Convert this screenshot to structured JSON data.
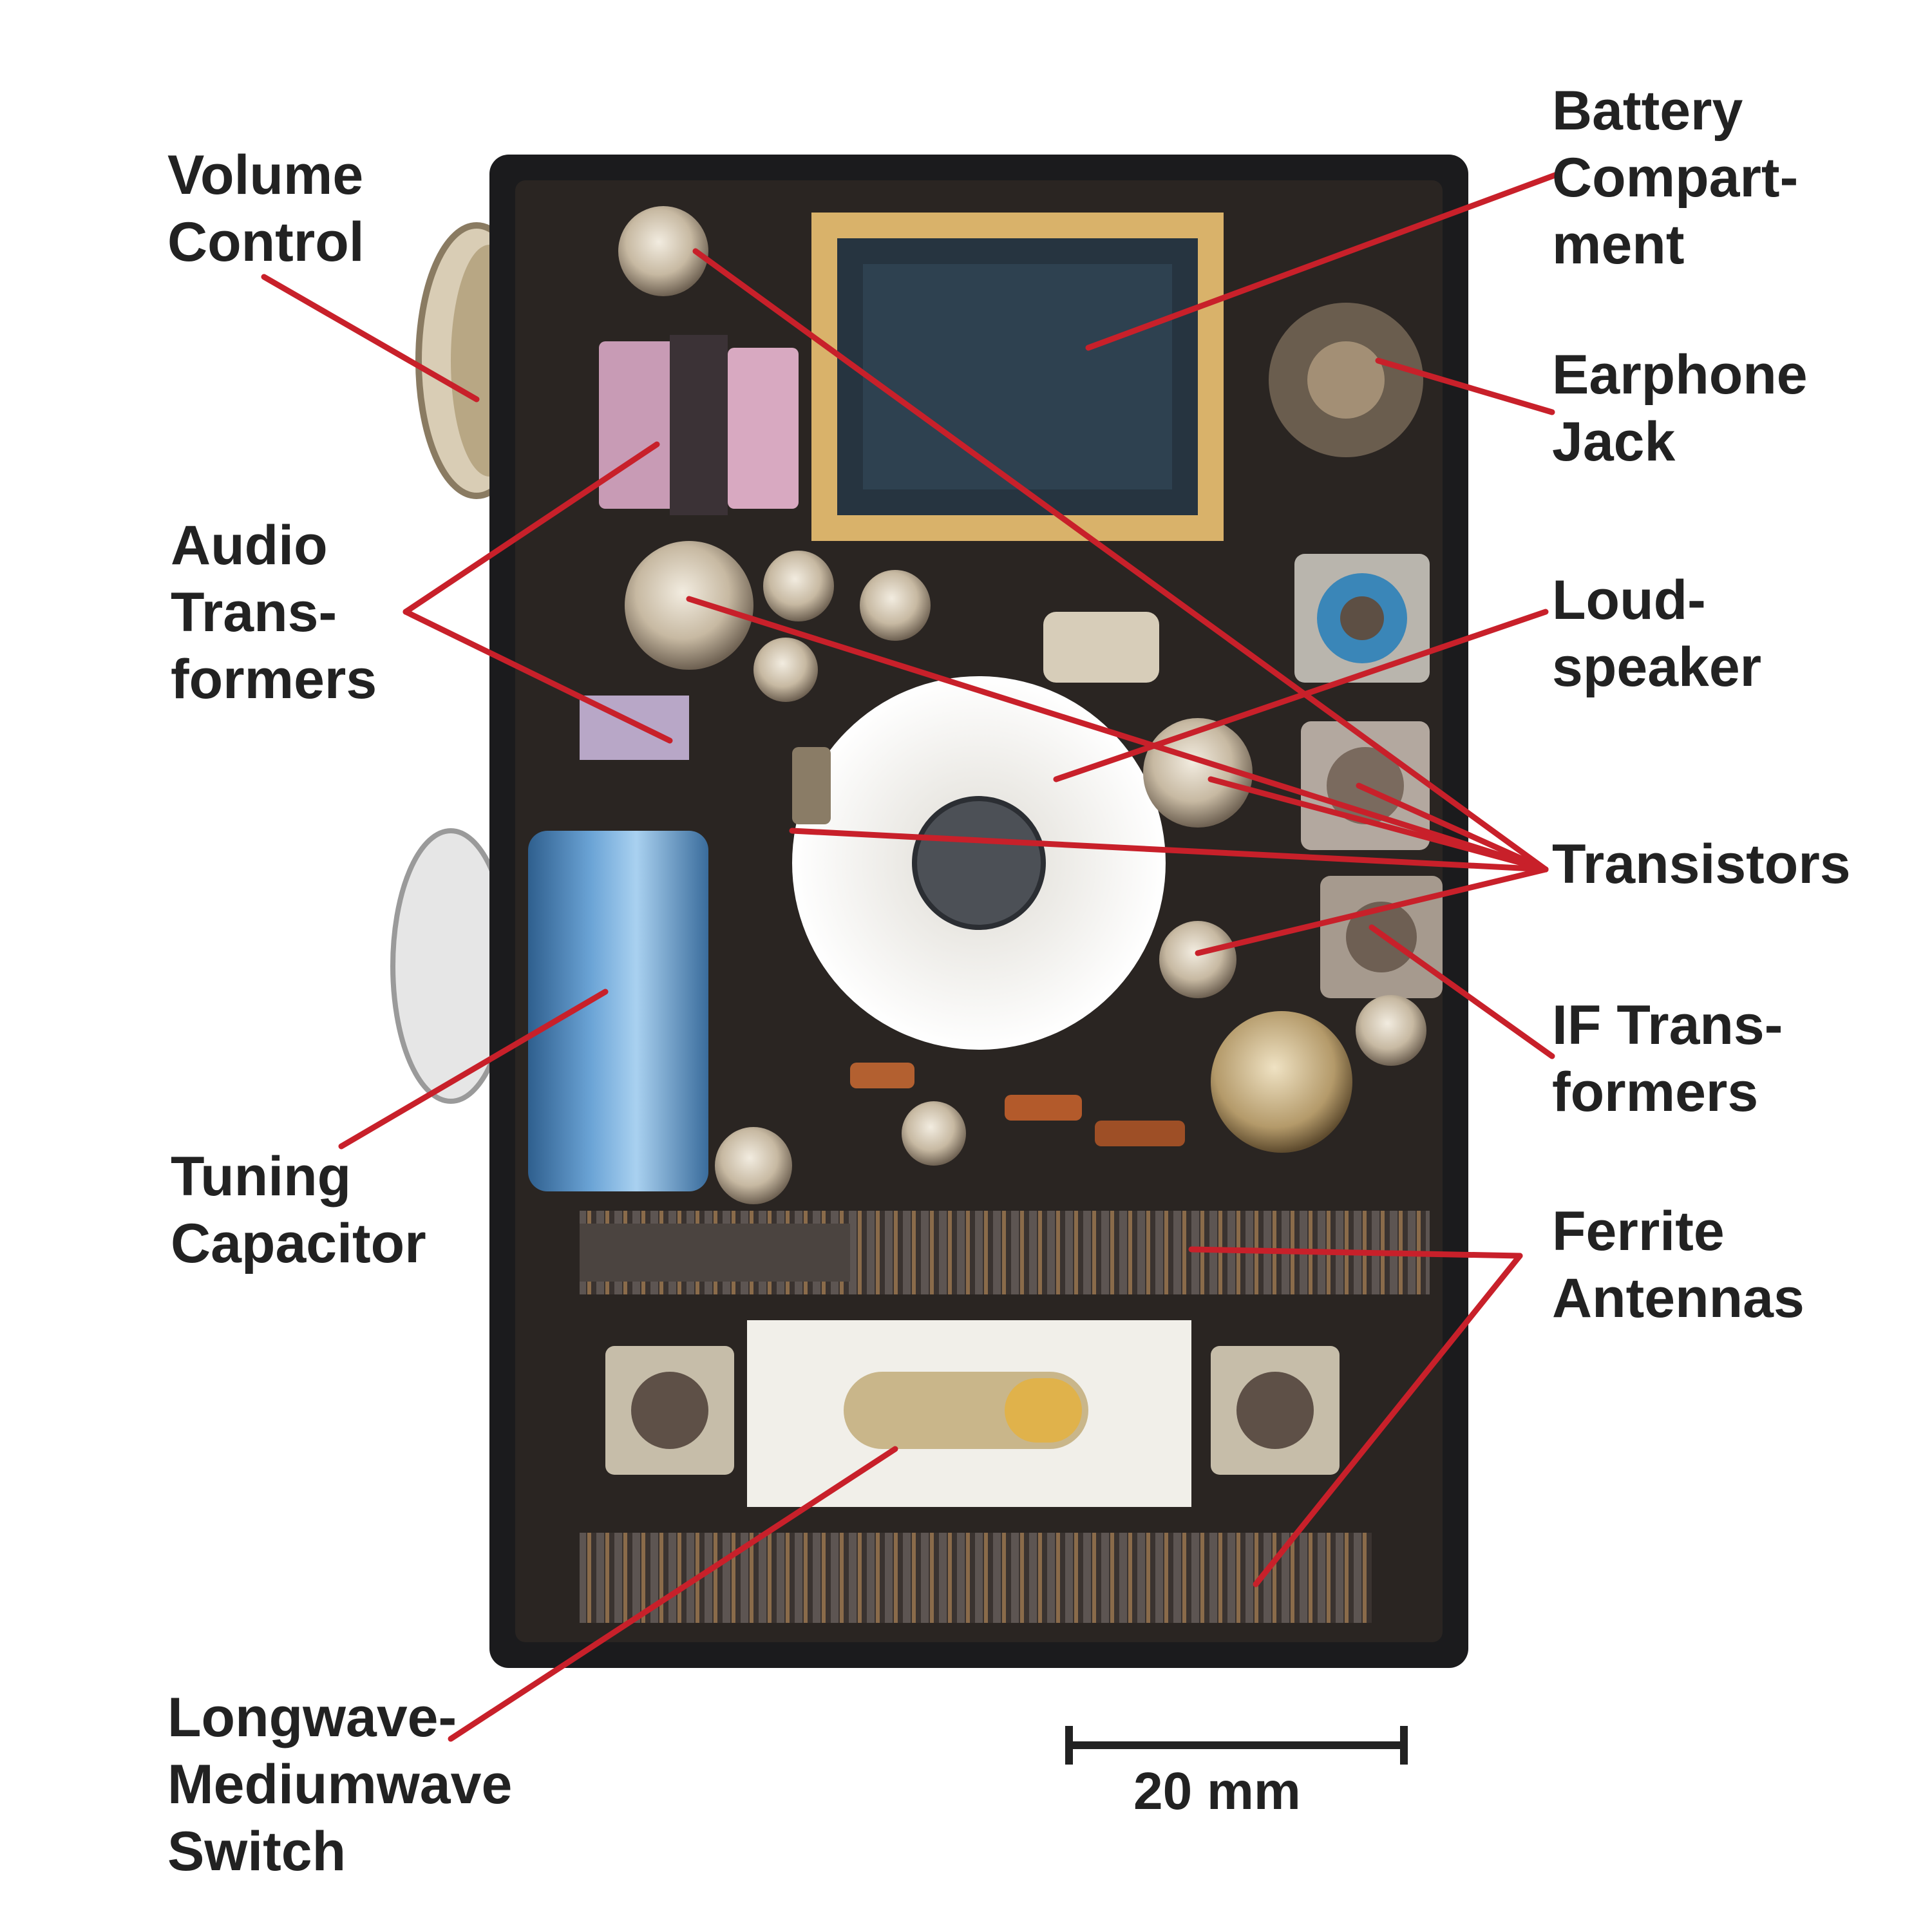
{
  "labels": {
    "volume_control": [
      "Volume",
      "Control"
    ],
    "audio_transformers": [
      "Audio",
      "Trans-",
      "formers"
    ],
    "tuning_capacitor": [
      "Tuning",
      "Capacitor"
    ],
    "lw_mw_switch": [
      "Longwave-",
      "Mediumwave",
      "Switch"
    ],
    "battery_compartment": [
      "Battery",
      "Compart-",
      "ment"
    ],
    "earphone_jack": [
      "Earphone",
      "Jack"
    ],
    "loudspeaker": [
      "Loud-",
      "speaker"
    ],
    "transistors": [
      "Transistors"
    ],
    "if_transformers": [
      "IF Trans-",
      "formers"
    ],
    "ferrite_antennas": [
      "Ferrite",
      "Antennas"
    ]
  },
  "scale_bar": {
    "text": "20 mm"
  },
  "colors": {
    "leader_line": "#c8202a",
    "case": "#1b1b1d",
    "board": "#2a2522",
    "label_text": "#222222"
  }
}
